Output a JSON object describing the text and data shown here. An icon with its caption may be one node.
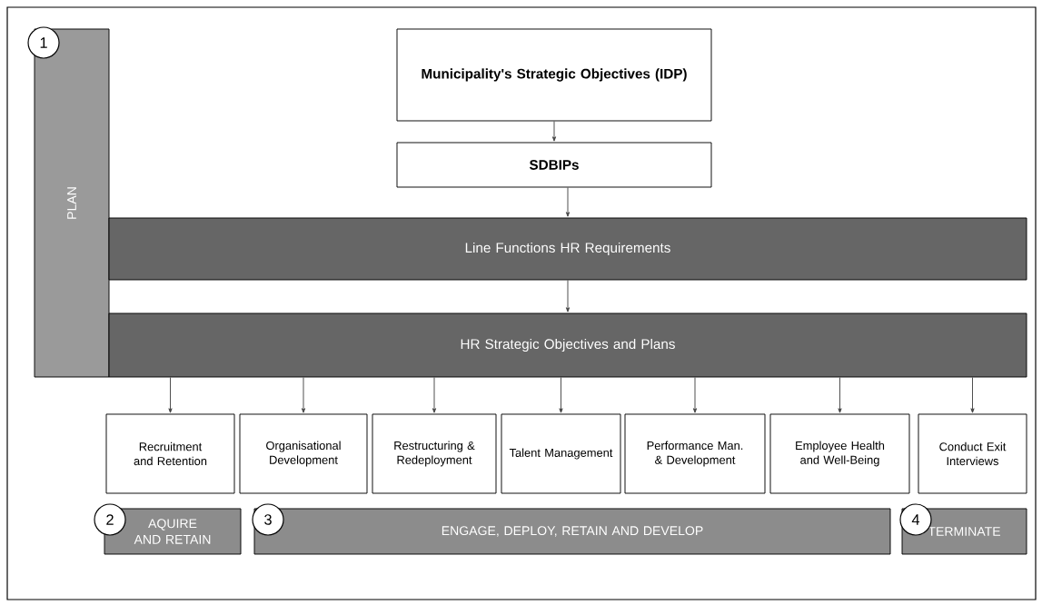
{
  "diagram": {
    "nodes": [
      {
        "text": [
          "PLAN"
        ]
      },
      {
        "text": [
          "Municipality's Strategic Objectives (IDP)"
        ]
      },
      {
        "text": [
          "SDBIPs"
        ]
      },
      {
        "text": [
          "Line Functions HR Requirements"
        ]
      },
      {
        "text": [
          "HR  Strategic Objectives and Plans"
        ]
      },
      {
        "text": [
          "Recruitment and Retention"
        ]
      },
      {
        "text": [
          "Organisational Development"
        ]
      },
      {
        "text": [
          "Restructuring & Redeployment"
        ]
      },
      {
        "text": [
          "Talent Management"
        ]
      },
      {
        "text": [
          "Performance Man. & Development"
        ]
      },
      {
        "text": [
          "Employee Health and Well-Being"
        ]
      },
      {
        "text": [
          "Conduct Exit Interviews"
        ]
      },
      {
        "text": [
          "AQUIRE AND RETAIN"
        ]
      },
      {
        "text": [
          "ENGAGE, DEPLOY, RETAIN  AND DEVELOP"
        ]
      },
      {
        "text": [
          "TERMINATE"
        ]
      }
    ],
    "edges": [
      {
        "from": 1,
        "to": 2,
        "arrow": "to"
      },
      {
        "from": 2,
        "to": 3,
        "arrow": "to"
      },
      {
        "from": 3,
        "to": 4,
        "arrow": "to"
      },
      {
        "from": 4,
        "to": 5,
        "arrow": "to"
      },
      {
        "from": 4,
        "to": 6,
        "arrow": "to"
      },
      {
        "from": 4,
        "to": 7,
        "arrow": "to"
      },
      {
        "from": 4,
        "to": 8,
        "arrow": "to"
      },
      {
        "from": 4,
        "to": 9,
        "arrow": "to"
      },
      {
        "from": 4,
        "to": 10,
        "arrow": "to"
      },
      {
        "from": 4,
        "to": 11,
        "arrow": "to"
      }
    ],
    "labels": [
      "1",
      "2",
      "3",
      "4"
    ]
  }
}
